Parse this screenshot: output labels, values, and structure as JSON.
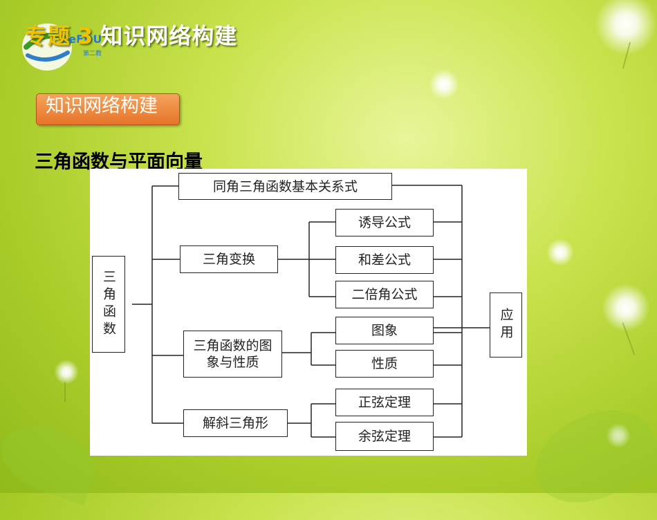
{
  "header": {
    "prefix": "专题",
    "number": "3",
    "title": "知识网络构建",
    "logo_text": "DeEDU",
    "logo_sub": "第二教育网"
  },
  "section": {
    "label": "知识网络构建"
  },
  "subtitle": "三角函数与平面向量",
  "diagram": {
    "root": "三角函数",
    "branches": {
      "relations": "同角三角函数基本关系式",
      "transform": "三角变换",
      "graph_props": "三角函数的图象与性质",
      "solve": "解斜三角形"
    },
    "leaves": {
      "induction": "诱导公式",
      "sum_diff": "和差公式",
      "double": "二倍角公式",
      "graph": "图象",
      "props": "性质",
      "sine_law": "正弦定理",
      "cosine_law": "余弦定理"
    },
    "target": "应用"
  }
}
